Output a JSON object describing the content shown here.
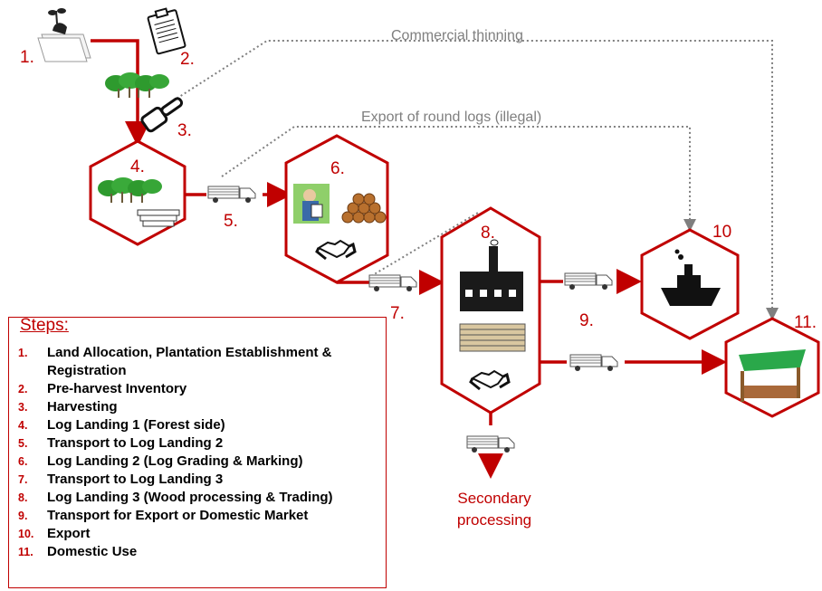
{
  "labels": {
    "commercial_thinning": "Commercial thinning",
    "export_round_logs": "Export of round logs (illegal)",
    "secondary_processing_1": "Secondary",
    "secondary_processing_2": "processing"
  },
  "node_numbers": {
    "n1": "1.",
    "n2": "2.",
    "n3": "3.",
    "n4": "4.",
    "n5": "5.",
    "n6": "6.",
    "n7": "7.",
    "n8": "8.",
    "n9": "9.",
    "n10": "10",
    "n11": "11."
  },
  "steps": {
    "title": "Steps:",
    "items": [
      {
        "num": "1.",
        "text": "Land Allocation, Plantation Establishment & Registration"
      },
      {
        "num": "2.",
        "text": "Pre-harvest Inventory"
      },
      {
        "num": "3.",
        "text": "Harvesting"
      },
      {
        "num": "4.",
        "text": "Log Landing 1 (Forest side)"
      },
      {
        "num": "5.",
        "text": "Transport to Log Landing 2"
      },
      {
        "num": "6.",
        "text": "Log Landing 2 (Log Grading & Marking)"
      },
      {
        "num": "7.",
        "text": "Transport to Log Landing 3"
      },
      {
        "num": "8.",
        "text": "Log Landing 3 (Wood processing & Trading)"
      },
      {
        "num": "9.",
        "text": "Transport for Export or Domestic Market"
      },
      {
        "num": "10.",
        "text": "Export"
      },
      {
        "num": "11.",
        "text": "Domestic Use"
      }
    ]
  },
  "colors": {
    "accent_red": "#c00000",
    "dotted_grey": "#7f7f7f",
    "tree_green": "#2e9a2e",
    "awning_green": "#2aa84a"
  }
}
